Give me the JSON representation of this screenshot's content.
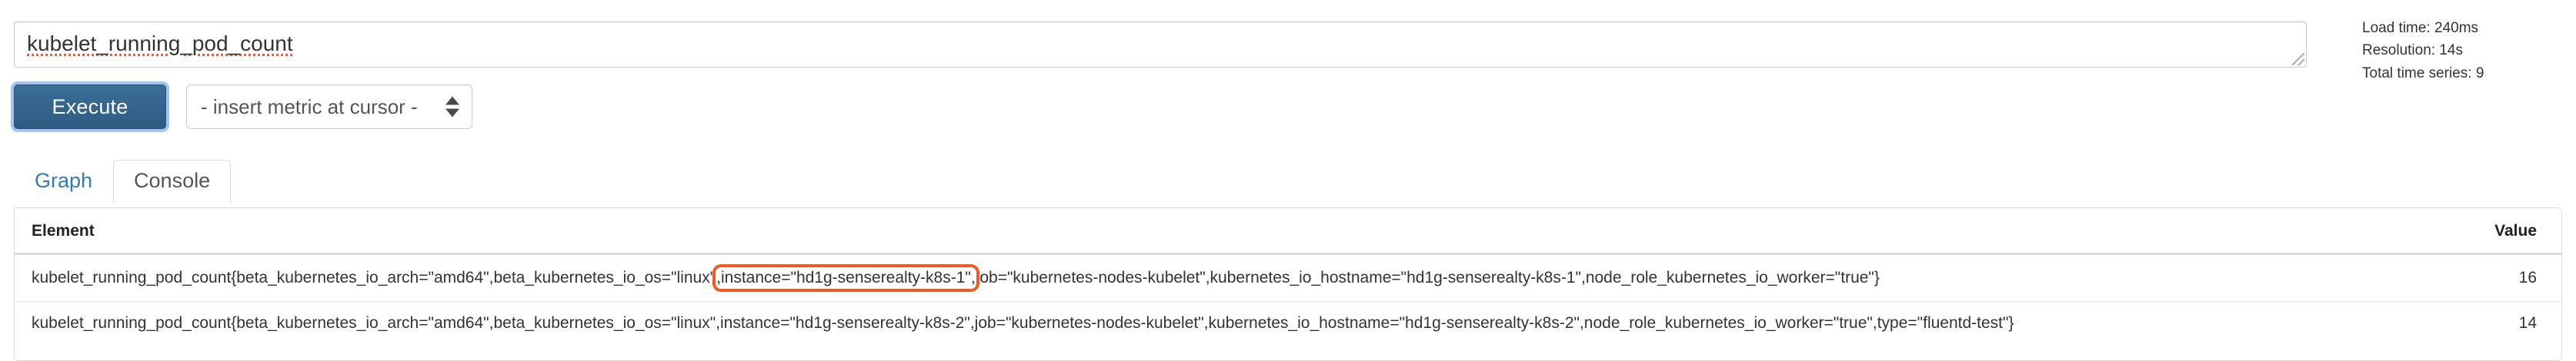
{
  "expression": {
    "value": "kubelet_running_pod_count",
    "spellcheck_underline": true
  },
  "stats": {
    "load_time": "Load time: 240ms",
    "resolution": "Resolution: 14s",
    "total_series": "Total time series: 9"
  },
  "controls": {
    "execute_label": "Execute",
    "metric_select_value": "- insert metric at cursor -"
  },
  "tabs": [
    {
      "label": "Graph",
      "active": false
    },
    {
      "label": "Console",
      "active": true
    }
  ],
  "table": {
    "headers": {
      "element": "Element",
      "value": "Value"
    },
    "rows": [
      {
        "prefix": "kubelet_running_pod_count{beta_kubernetes_io_arch=\"amd64\",beta_kubernetes_io_os=\"linux\"",
        "highlight": ",instance=\"hd1g-senserealty-k8s-1\",",
        "suffix": "job=\"kubernetes-nodes-kubelet\",kubernetes_io_hostname=\"hd1g-senserealty-k8s-1\",node_role_kubernetes_io_worker=\"true\"}",
        "value": "16"
      },
      {
        "prefix": "kubelet_running_pod_count{beta_kubernetes_io_arch=\"amd64\",beta_kubernetes_io_os=\"linux\",instance=\"hd1g-senserealty-k8s-2\",job=\"kubernetes-nodes-kubelet\",kubernetes_io_hostname=\"hd1g-senserealty-k8s-2\",node_role_kubernetes_io_worker=\"true\",type=\"fluentd-test\"}",
        "highlight": "",
        "suffix": "",
        "value": "14"
      }
    ]
  },
  "colors": {
    "accent_blue": "#337ab7",
    "button_blue": "#31628c",
    "highlight_orange": "#ef5a28",
    "spellcheck_red": "#e8613c",
    "border_grey": "#dddddd"
  }
}
